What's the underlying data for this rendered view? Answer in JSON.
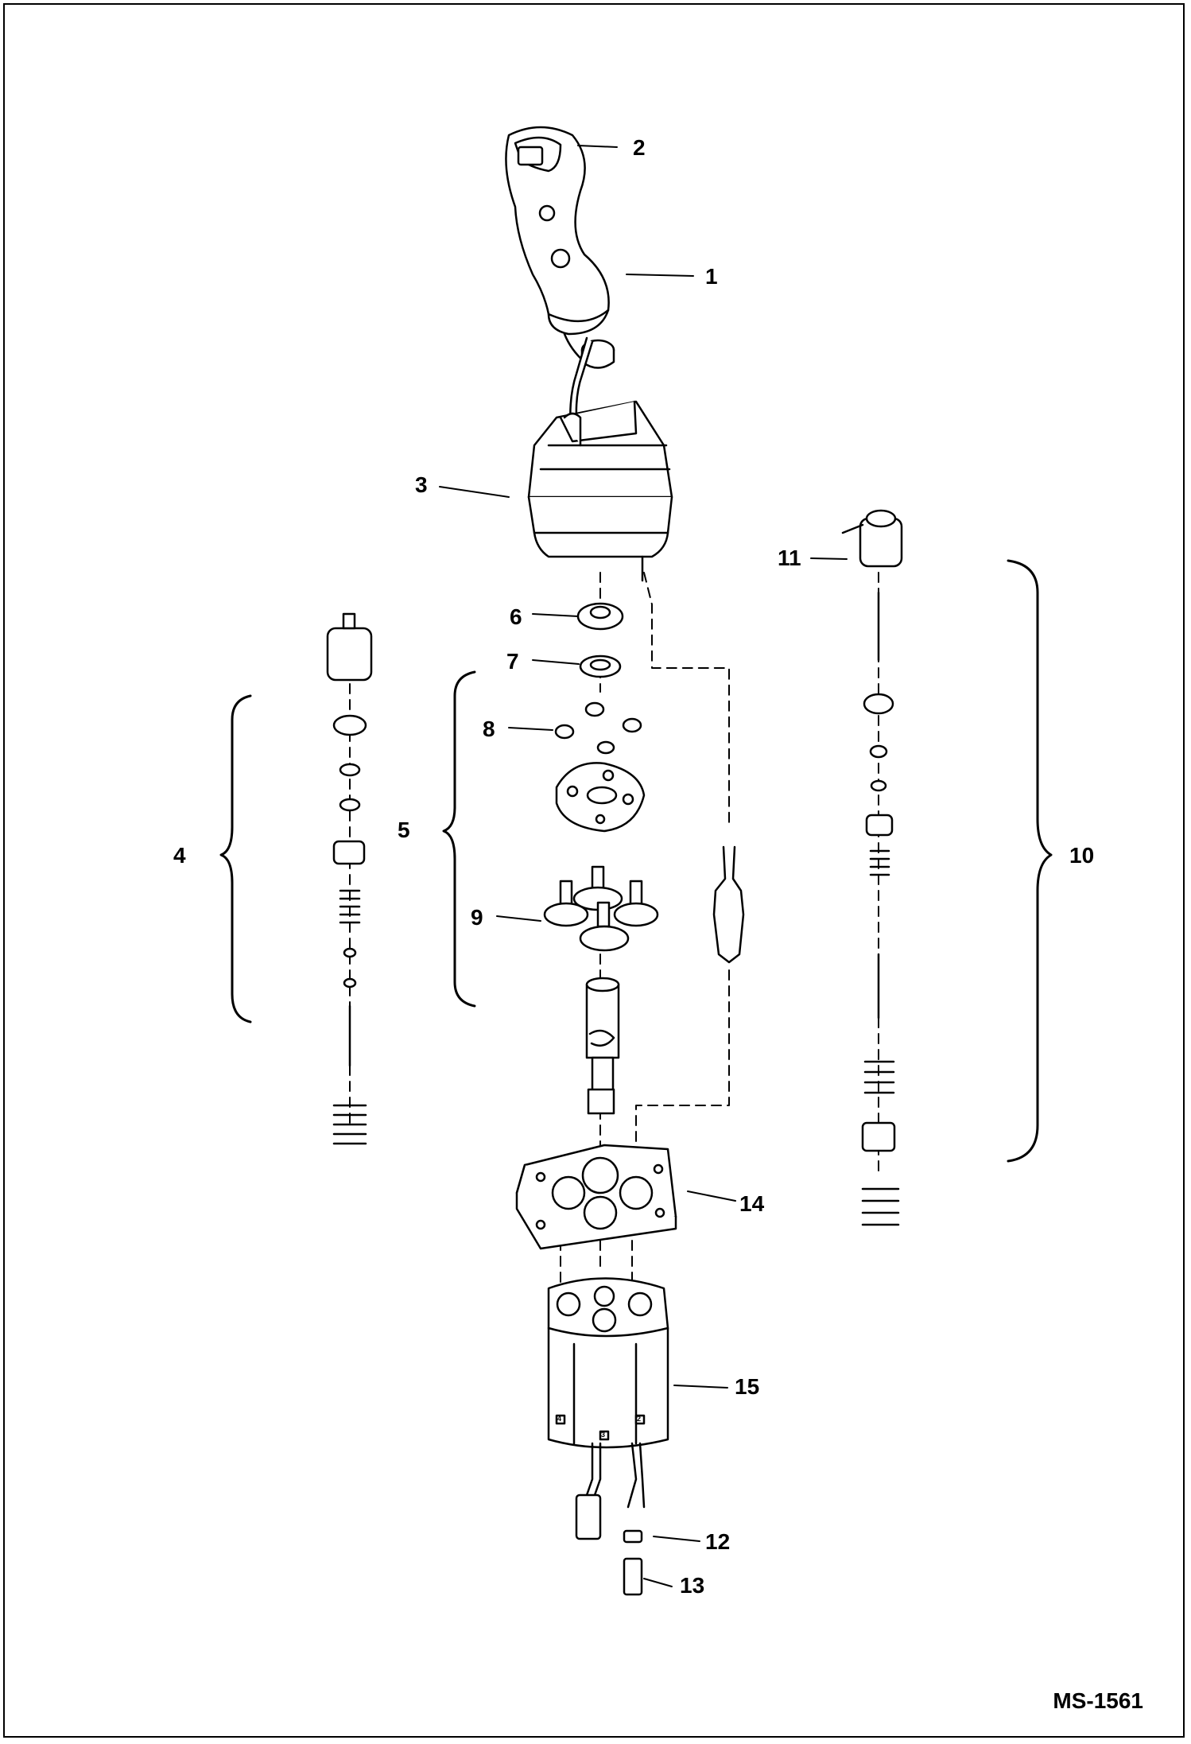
{
  "figure": {
    "id": "MS-1561"
  },
  "callouts": [
    {
      "num": "1"
    },
    {
      "num": "2"
    },
    {
      "num": "3"
    },
    {
      "num": "4"
    },
    {
      "num": "5"
    },
    {
      "num": "6"
    },
    {
      "num": "7"
    },
    {
      "num": "8"
    },
    {
      "num": "9"
    },
    {
      "num": "10"
    },
    {
      "num": "11"
    },
    {
      "num": "12"
    },
    {
      "num": "13"
    },
    {
      "num": "14"
    },
    {
      "num": "15"
    }
  ],
  "housing_marks": {
    "left": "4",
    "center": "3",
    "right": "2"
  }
}
